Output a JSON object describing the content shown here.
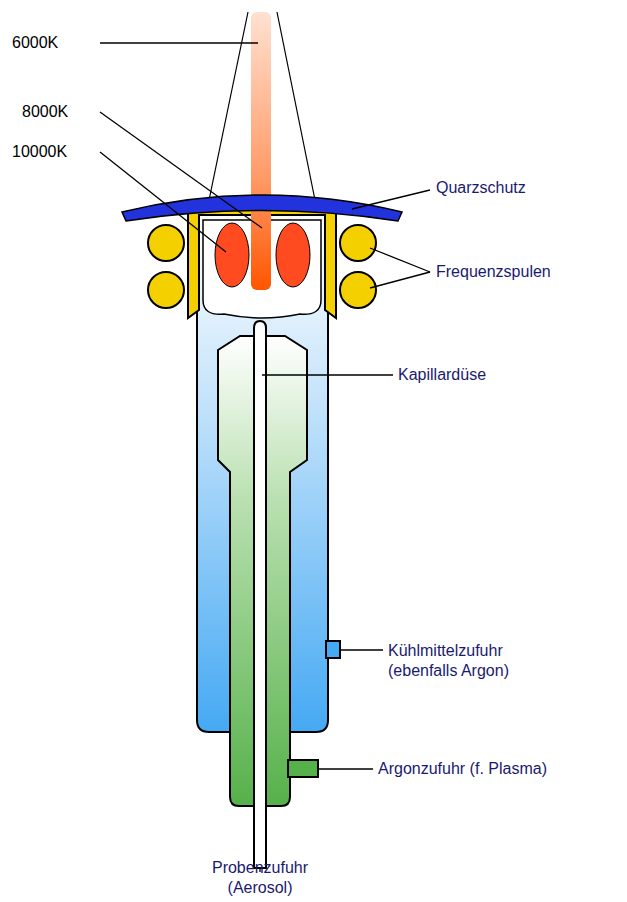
{
  "diagram": {
    "labels": [
      "6000K",
      "8000K",
      "10000K",
      "Quarzschutz",
      "Frequenzspulen",
      "Kapillardüse",
      "Kühlmittelzufuhr (ebenfalls Argon)",
      "Argonzufuhr (f. Plasma)",
      "Probenzufuhr (Aerosol)"
    ]
  }
}
